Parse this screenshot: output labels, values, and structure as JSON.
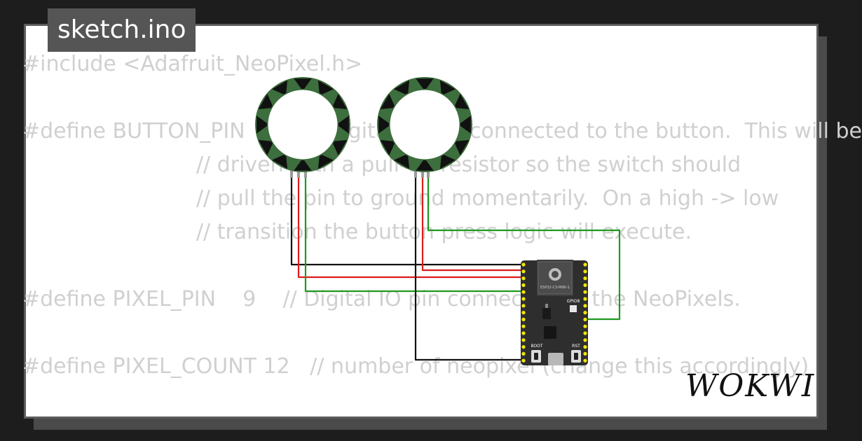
{
  "title": "sketch.ino",
  "code_lines": [
    "#include <Adafruit_NeoPixel.h>",
    "",
    "#define BUTTON_PIN   2    // Digital IO pin connected to the button.  This will be",
    "                          // driven with a pull-up resistor so the switch should",
    "                          // pull the pin to ground momentarily.  On a high -> low",
    "                          // transition the button press logic will execute.",
    "",
    "#define PIXEL_PIN    9    // Digital IO pin connected to the NeoPixels.",
    "",
    "#define PIXEL_COUNT 12   // number of neopixel (change this accordingly)"
  ],
  "board": {
    "module_label": "ESP32-C3-MINI-1",
    "led_label": "GPIO8",
    "boot_label": "BOOT",
    "rst_label": "RST"
  },
  "brand": "WOKWI",
  "colors": {
    "background": "#1d1d1d",
    "card": "#ffffff",
    "title_bar": "#555555",
    "code_text": "#d0d0d0",
    "ring_body": "#111111",
    "ring_led_green": "#3d6e3d",
    "wire_black": "#111111",
    "wire_red": "#dd1c1c",
    "wire_green": "#1f9a1f",
    "board": "#2e2e2e",
    "pin_yellow": "#f2e600"
  }
}
